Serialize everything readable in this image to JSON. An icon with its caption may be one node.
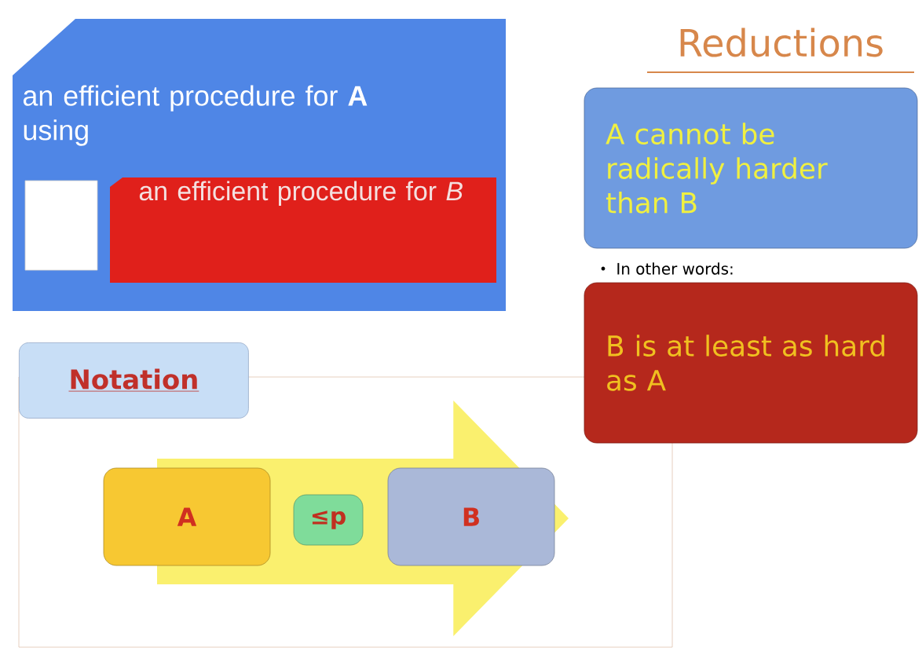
{
  "diagram": {
    "title": "Reductions",
    "nodes": [
      {
        "text": [
          "an efficient procedure for **A** using"
        ]
      },
      {
        "text": [],
        "shape": "box",
        "in": 0
      },
      {
        "text": [
          "an efficient procedure for *B*"
        ],
        "in": 0
      },
      {
        "text": [
          "A cannot be radically harder than B"
        ]
      },
      {
        "text": [
          "B is at least as hard as A"
        ]
      },
      {
        "text": [
          "Notation"
        ]
      },
      {
        "text": [],
        "shape": "arrow",
        "in": 5
      },
      {
        "text": [
          "A"
        ],
        "in": 5
      },
      {
        "text": [
          "≤p"
        ],
        "in": 6
      },
      {
        "text": [
          "B"
        ],
        "in": 6
      }
    ],
    "labels": [
      "In other words:"
    ]
  }
}
